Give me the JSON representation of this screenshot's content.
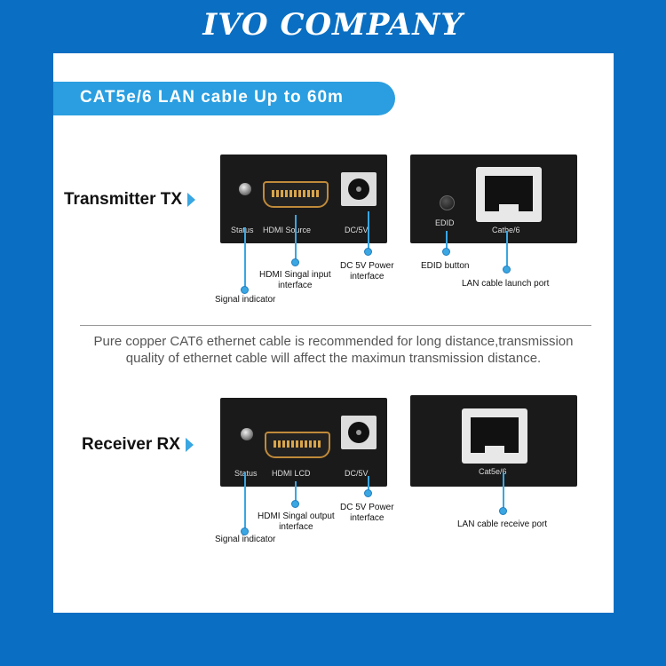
{
  "brand": "IVO COMPANY",
  "banner": "CAT5e/6 LAN cable Up to 60m",
  "note": {
    "line1": "Pure copper CAT6 ethernet cable is recommended for long distance,transmission",
    "line2": "quality of ethernet cable will affect the maximun transmission distance."
  },
  "tx": {
    "label": "Transmitter TX",
    "ports": {
      "status": "Status",
      "hdmi": "HDMI Source",
      "dc": "DC/5V",
      "edid": "EDID",
      "lan": "Catbe/6"
    },
    "callouts": {
      "signal": "Signal indicator",
      "hdmi_l1": "HDMI Singal input",
      "hdmi_l2": "interface",
      "dc_l1": "DC 5V Power",
      "dc_l2": "interface",
      "edid": "EDID button",
      "lan": "LAN cable launch port"
    }
  },
  "rx": {
    "label": "Receiver RX",
    "ports": {
      "status": "Status",
      "hdmi": "HDMI LCD",
      "dc": "DC/5V",
      "lan": "Cat5e/6"
    },
    "callouts": {
      "signal": "Signal indicator",
      "hdmi_l1": "HDMI Singal output",
      "hdmi_l2": "interface",
      "dc_l1": "DC 5V Power",
      "dc_l2": "interface",
      "lan": "LAN cable receive port"
    }
  },
  "colors": {
    "background": "#0a6fc2",
    "accent": "#2a9ee0",
    "device": "#1a1a1a"
  }
}
